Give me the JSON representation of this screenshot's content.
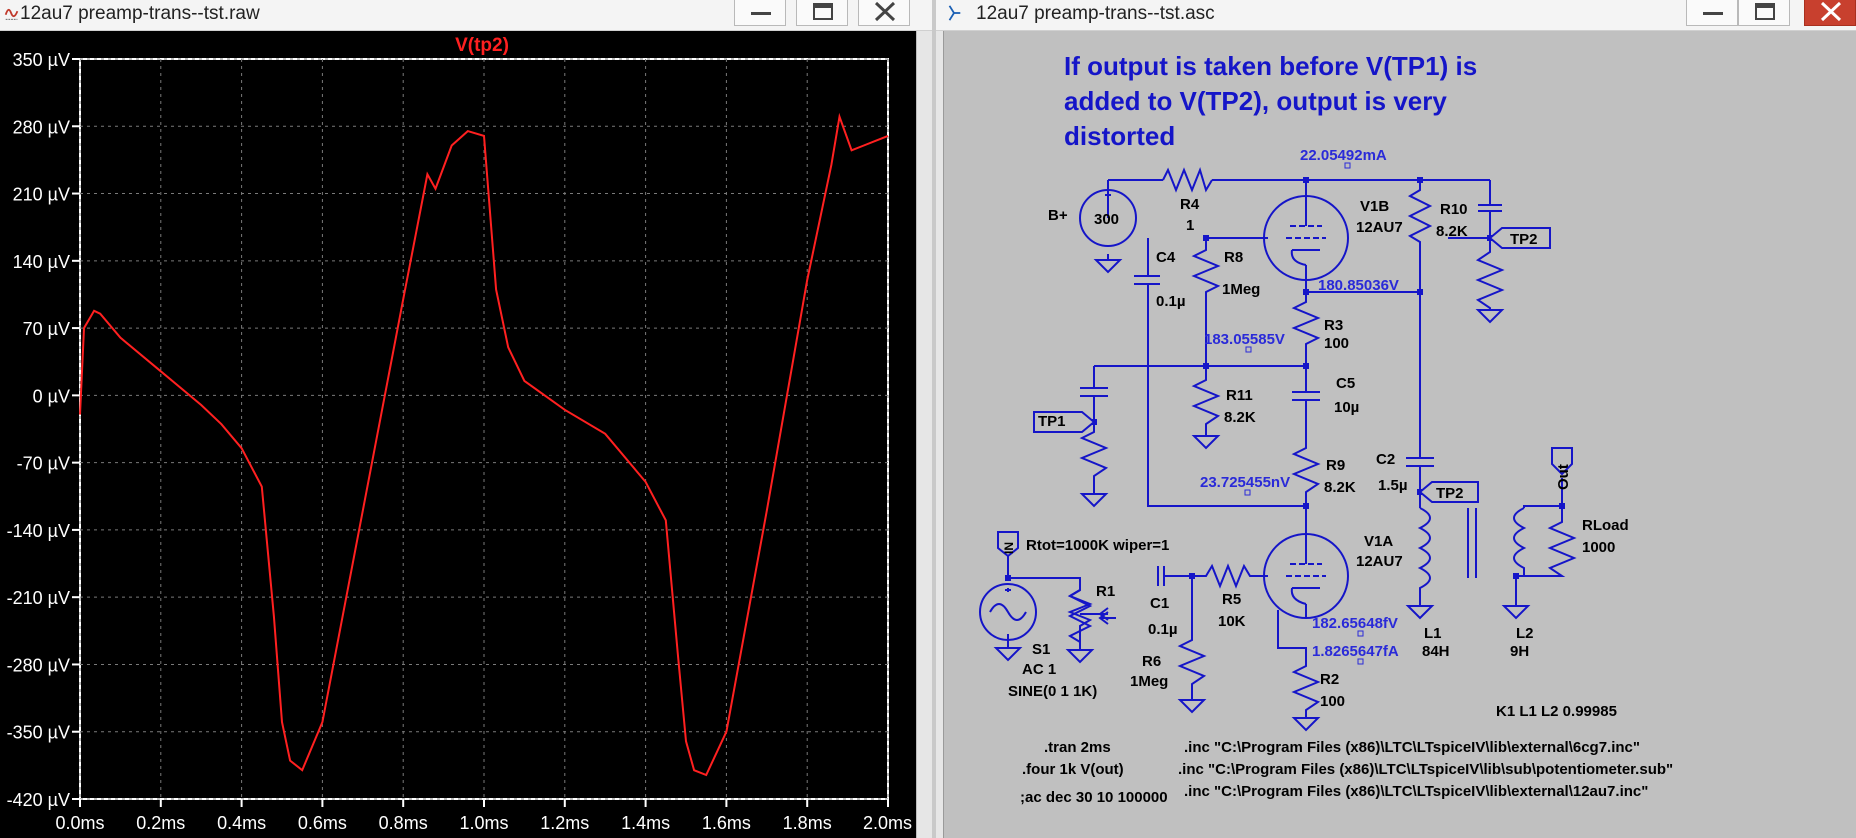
{
  "left_window": {
    "title": "12au7 preamp-trans--tst.raw",
    "trace_label": "V(tp2)",
    "y_ticks": [
      "350 µV",
      "280 µV",
      "210 µV",
      "140 µV",
      "70 µV",
      "0 µV",
      "-70 µV",
      "-140 µV",
      "-210 µV",
      "-280 µV",
      "-350 µV",
      "-420 µV"
    ],
    "x_ticks": [
      "0.0ms",
      "0.2ms",
      "0.4ms",
      "0.6ms",
      "0.8ms",
      "1.0ms",
      "1.2ms",
      "1.4ms",
      "1.6ms",
      "1.8ms",
      "2.0ms"
    ],
    "trace_color": "#ff2020"
  },
  "chart_data": {
    "type": "line",
    "title": "V(tp2)",
    "xlabel": "",
    "ylabel": "",
    "x_unit": "ms",
    "y_unit": "µV",
    "xlim": [
      0,
      2.0
    ],
    "ylim": [
      -420,
      350
    ],
    "grid": true,
    "series": [
      {
        "name": "V(tp2)",
        "x": [
          0.0,
          0.01,
          0.035,
          0.05,
          0.1,
          0.2,
          0.3,
          0.35,
          0.4,
          0.45,
          0.48,
          0.5,
          0.52,
          0.55,
          0.6,
          0.7,
          0.8,
          0.86,
          0.88,
          0.92,
          0.96,
          1.0,
          1.03,
          1.06,
          1.1,
          1.2,
          1.3,
          1.4,
          1.45,
          1.48,
          1.5,
          1.52,
          1.55,
          1.6,
          1.7,
          1.8,
          1.86,
          1.88,
          1.91,
          1.94,
          1.97,
          2.0
        ],
        "y": [
          -20,
          70,
          88,
          85,
          60,
          25,
          -10,
          -30,
          -55,
          -95,
          -230,
          -340,
          -380,
          -390,
          -340,
          -120,
          100,
          230,
          215,
          260,
          275,
          270,
          110,
          50,
          15,
          -15,
          -40,
          -90,
          -130,
          -270,
          -360,
          -390,
          -395,
          -350,
          -120,
          120,
          240,
          290,
          255,
          260,
          265,
          270
        ]
      }
    ]
  },
  "right_window": {
    "title": "12au7 preamp-trans--tst.asc",
    "comment_lines": [
      "If output is taken before V(TP1) is",
      "added to V(TP2), output is very",
      "distorted"
    ],
    "op_labels": {
      "top_current": "22.05492mA",
      "cathode_v1b": "180.85036V",
      "node_r8r3": "183.05585V",
      "node_r9": "23.725455nV",
      "v1a_cathode": "182.65648fV",
      "v1a_current": "1.8265647fA"
    },
    "components": {
      "bplus": "B+",
      "v300": "300",
      "r4": [
        "R4",
        "1"
      ],
      "v1b": [
        "V1B",
        "12AU7"
      ],
      "r10": [
        "R10",
        "8.2K"
      ],
      "tp2_top": "TP2",
      "c4": [
        "C4",
        "0.1µ"
      ],
      "r8": [
        "R8",
        "1Meg"
      ],
      "r3": [
        "R3",
        "100"
      ],
      "tp1": "TP1",
      "r11": [
        "R11",
        "8.2K"
      ],
      "c5": [
        "C5",
        "10µ"
      ],
      "r9": [
        "R9",
        "8.2K"
      ],
      "c2": [
        "C2",
        "1.5µ"
      ],
      "tp2_mid": "TP2",
      "out": "Out",
      "rload": [
        "RLoad",
        "1000"
      ],
      "in": "IN",
      "rtot": "Rtot=1000K wiper=1",
      "r1": "R1",
      "c1": [
        "C1",
        "0.1µ"
      ],
      "r5": [
        "R5",
        "10K"
      ],
      "v1a": [
        "V1A",
        "12AU7"
      ],
      "r6": [
        "R6",
        "1Meg"
      ],
      "s1": [
        "S1",
        "AC 1",
        "SINE(0 1 1K)"
      ],
      "r2": [
        "R2",
        "100"
      ],
      "l1": [
        "L1",
        "84H"
      ],
      "l2": [
        "L2",
        "9H"
      ],
      "k1": "K1 L1 L2 0.99985"
    },
    "directives": {
      "tran": ".tran 2ms",
      "four": ".four 1k V(out)",
      "ac": ";ac dec 30 10 100000",
      "inc1": ".inc \"C:\\Program Files (x86)\\LTC\\LTspiceIV\\lib\\external\\6cg7.inc\"",
      "inc2": ".inc \"C:\\Program Files (x86)\\LTC\\LTspiceIV\\lib\\sub\\potentiometer.sub\"",
      "inc3": ".inc \"C:\\Program Files (x86)\\LTC\\LTspiceIV\\lib\\external\\12au7.inc\""
    }
  }
}
